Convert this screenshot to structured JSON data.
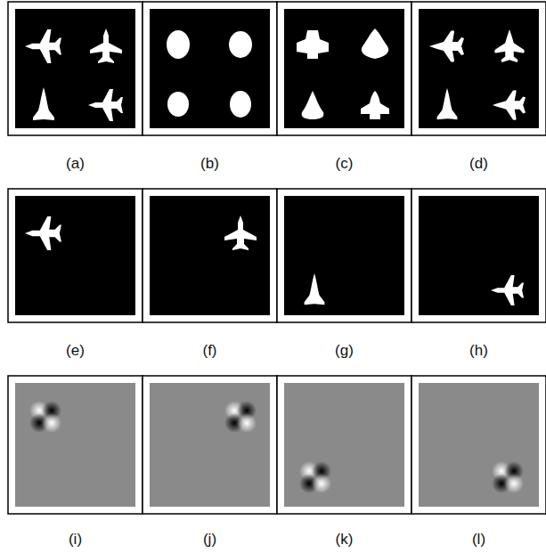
{
  "diagram": {
    "labels": [
      "(a)",
      "(b)",
      "(c)",
      "(d)",
      "(e)",
      "(f)",
      "(g)",
      "(h)",
      "(i)",
      "(j)",
      "(k)",
      "(l)"
    ]
  }
}
